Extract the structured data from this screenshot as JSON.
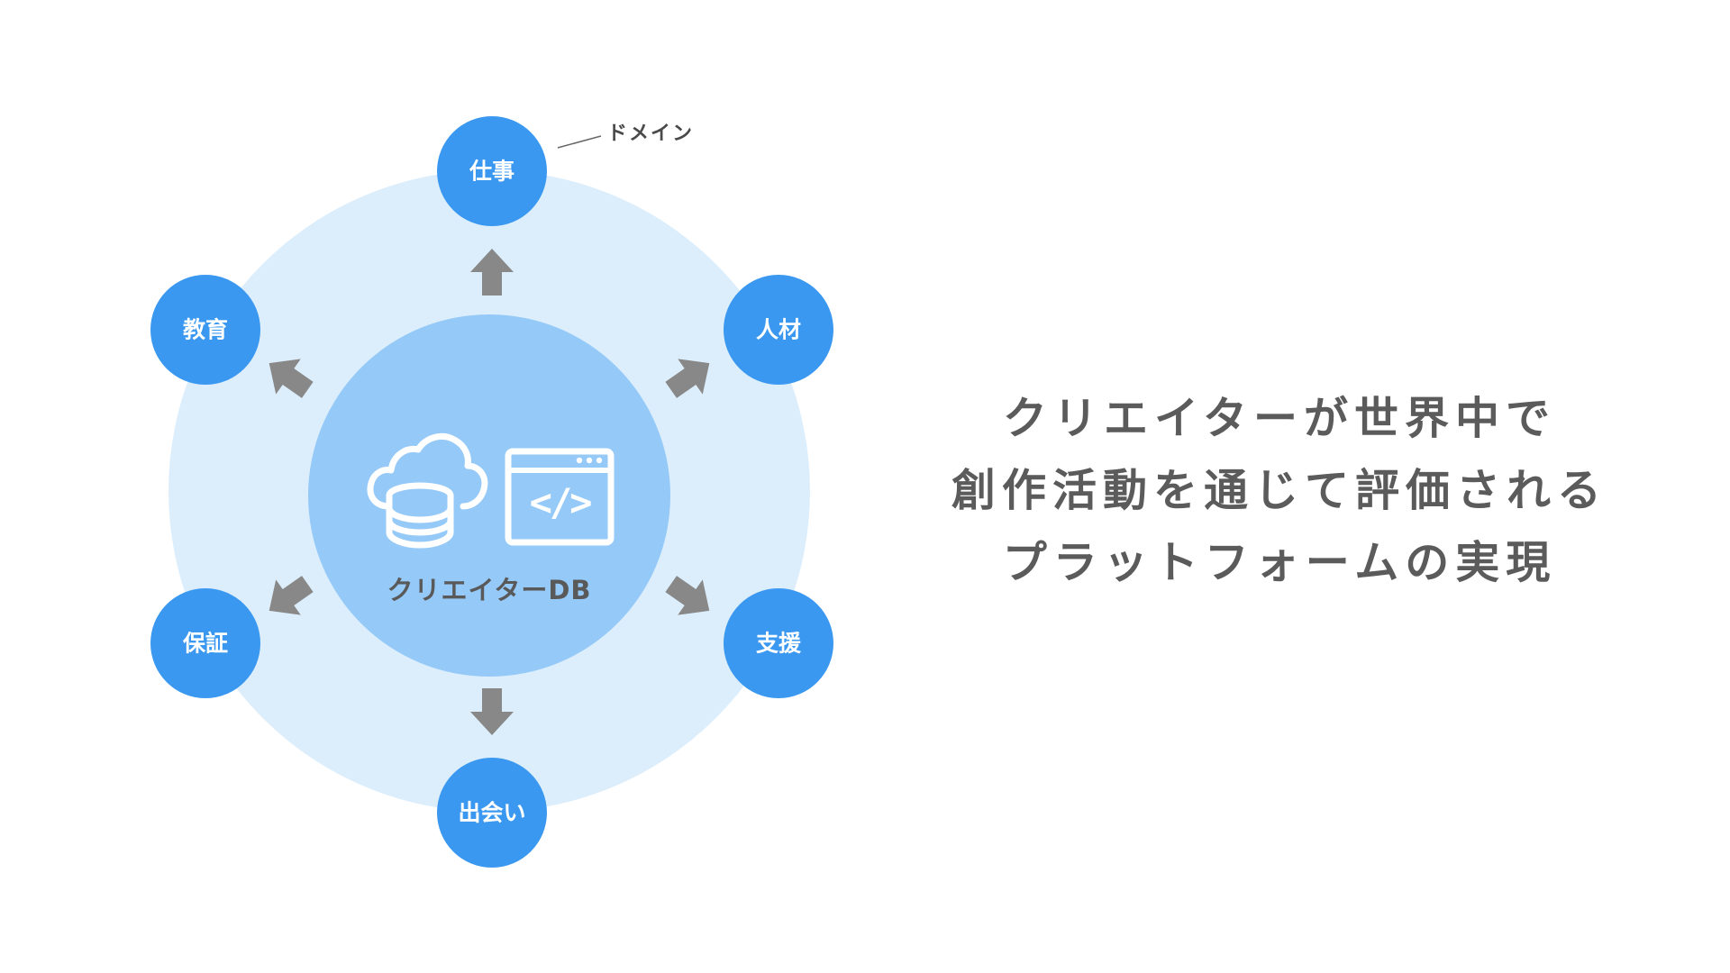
{
  "diagram": {
    "center_label": "クリエイターDB",
    "center_icons": [
      "cloud-database-icon",
      "code-window-icon"
    ],
    "annotation_label": "ドメイン",
    "domains": [
      {
        "id": "work",
        "label": "仕事"
      },
      {
        "id": "talent",
        "label": "人材"
      },
      {
        "id": "support",
        "label": "支援"
      },
      {
        "id": "encounter",
        "label": "出会い"
      },
      {
        "id": "guarantee",
        "label": "保証"
      },
      {
        "id": "education",
        "label": "教育"
      }
    ]
  },
  "tagline": {
    "lines": [
      "クリエイターが世界中で",
      "創作活動を通じて評価される",
      "プラットフォームの実現"
    ]
  },
  "colors": {
    "outer_ring": "#dceefc",
    "center_circle": "#95c9f8",
    "domain_node": "#3a98f1",
    "arrow": "#888888",
    "icon_white": "#ffffff",
    "text_dark": "#5b5b5b"
  }
}
